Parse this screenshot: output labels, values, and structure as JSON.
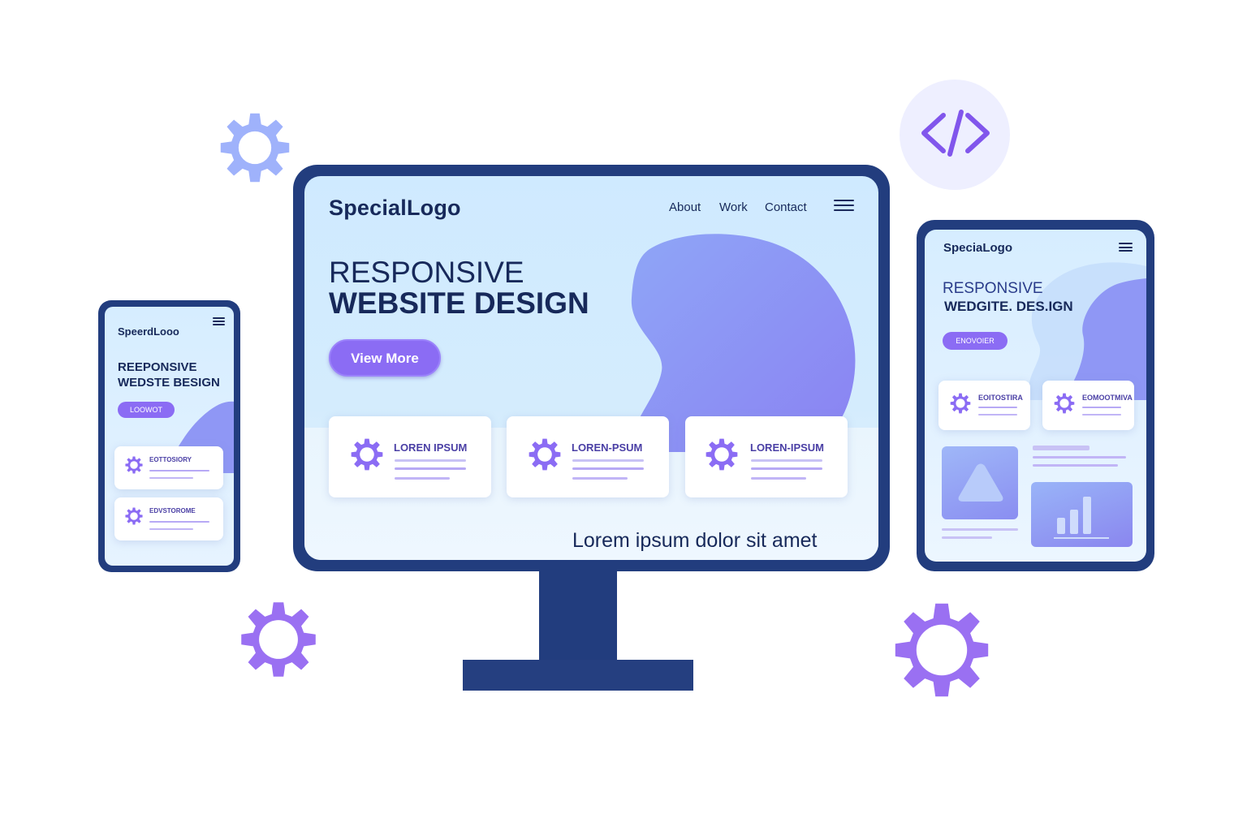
{
  "monitor": {
    "logo": "SpecialLogo",
    "nav": [
      "About",
      "Work",
      "Contact"
    ],
    "headline_line1": "RESPONSIVE",
    "headline_line2": "WEBSITE DESIGN",
    "cta": "View More",
    "cards": [
      "LOREN IPSUM",
      "LOREN-PSUM",
      "LOREN-IPSUM"
    ],
    "footer_text": "Lorem ipsum dolor sit amet"
  },
  "phone": {
    "logo": "SpeerdLooo",
    "headline_line1": "REEPONSIVE",
    "headline_line2": "WEDSTE BESIGN",
    "cta": "LOOWOT",
    "cards": [
      "EOTTOSIORY",
      "EDVSTOROME"
    ]
  },
  "tablet": {
    "logo": "SpeciaLogo",
    "headline_line1": "RESPONSIVE",
    "headline_line2": "WEDGITE. DES.IGN",
    "cta": "ENOVOIER",
    "cards": [
      "EOITOSTIRA",
      "EOMOOTMIVA"
    ]
  },
  "icons": {
    "code": "code-brackets-icon",
    "gear": "gear-icon",
    "menu": "hamburger-menu-icon",
    "chart": "bar-chart-icon",
    "triangle": "triangle-image-icon"
  },
  "colors": {
    "frame": "#223d7e",
    "accent": "#8b6cf4",
    "gear_light": "#9fb2fb",
    "screen_bg": "#cfeaff",
    "blob": "#8f97f5"
  }
}
